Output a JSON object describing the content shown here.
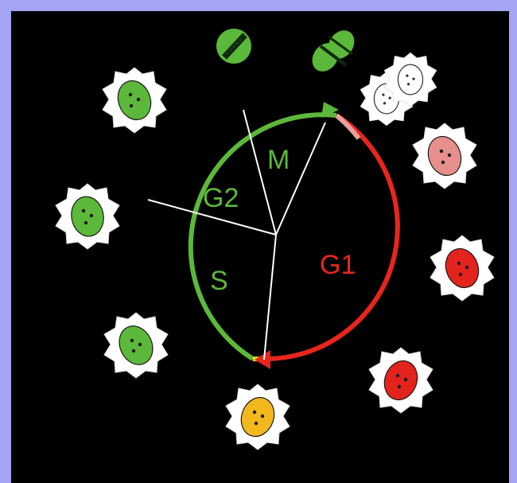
{
  "border_color": "#a3a4f4",
  "background_color": "#000000",
  "phases": {
    "g1": {
      "label": "G1",
      "color": "#e8251d"
    },
    "s": {
      "label": "S",
      "color": "#5cb83a"
    },
    "g2": {
      "label": "G2",
      "color": "#5cb83a"
    },
    "m": {
      "label": "M",
      "color": "#5cb83a"
    }
  },
  "ring_colors": {
    "green": "#5cb83a",
    "red": "#e8251d",
    "pink": "#e9a09e",
    "yellow": "#e8d81e"
  },
  "cells": [
    {
      "id": "green-1",
      "fill": "#5cb83a"
    },
    {
      "id": "green-2",
      "fill": "#5cb83a"
    },
    {
      "id": "green-3",
      "fill": "#5cb83a"
    },
    {
      "id": "dividing-1",
      "fill": "#5cb83a"
    },
    {
      "id": "dividing-2",
      "fill": "#5cb83a"
    },
    {
      "id": "daughters",
      "fill": "#ffffff"
    },
    {
      "id": "pink",
      "fill": "#e78f8c"
    },
    {
      "id": "red-1",
      "fill": "#e3231c"
    },
    {
      "id": "red-2",
      "fill": "#e3231c"
    },
    {
      "id": "yellow",
      "fill": "#f2b81e"
    }
  ]
}
